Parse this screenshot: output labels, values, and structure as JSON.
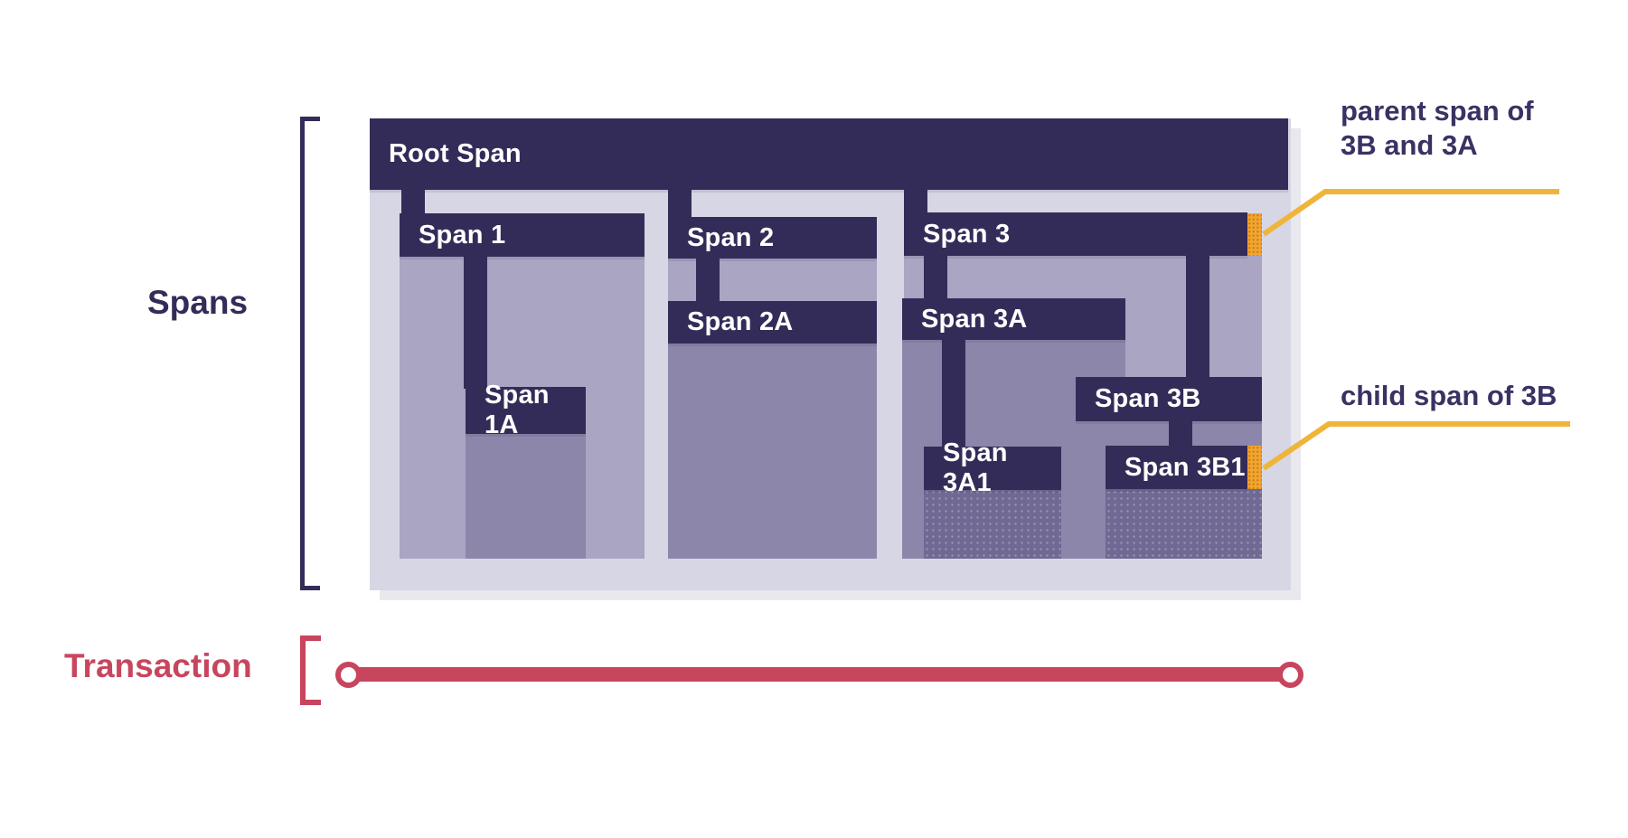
{
  "side_labels": {
    "spans": "Spans",
    "transaction": "Transaction"
  },
  "span_tree": {
    "root": {
      "label": "Root Span",
      "parent": null
    },
    "s1": {
      "label": "Span 1",
      "parent": "root"
    },
    "s1a": {
      "label": "Span 1A",
      "parent": "s1"
    },
    "s2": {
      "label": "Span 2",
      "parent": "root"
    },
    "s2a": {
      "label": "Span 2A",
      "parent": "s2"
    },
    "s3": {
      "label": "Span 3",
      "parent": "root"
    },
    "s3a": {
      "label": "Span 3A",
      "parent": "s3"
    },
    "s3a1": {
      "label": "Span 3A1",
      "parent": "s3a"
    },
    "s3b": {
      "label": "Span 3B",
      "parent": "s3"
    },
    "s3b1": {
      "label": "Span 3B1",
      "parent": "s3b"
    }
  },
  "annotations": {
    "parent_span": {
      "line1": "parent span of",
      "line2": "3B and 3A",
      "points_to": "orange marker at right end of Span 3"
    },
    "child_span": {
      "line1": "child span of 3B",
      "points_to": "orange marker at right end of Span 3B1"
    }
  },
  "colors": {
    "bar_navy": "#342C58",
    "container_light": "#D7D6E4",
    "column_level1": "#A9A5C2",
    "column_level2": "#8C87AA",
    "column_level3": "#6F6993",
    "highlight_orange": "#F2A430",
    "callout_yellow": "#EFB53A",
    "transaction_crimson": "#C8455E",
    "text_navy": "#3A3263",
    "bar_text": "#FFFFFF"
  }
}
